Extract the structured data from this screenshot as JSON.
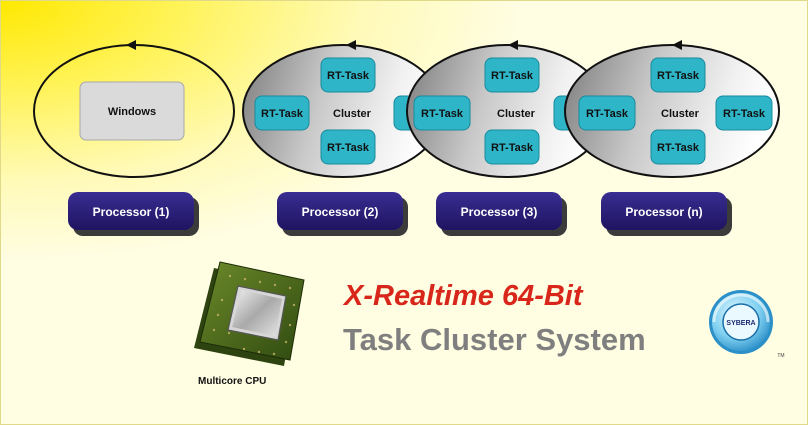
{
  "diagram": {
    "windows_label": "Windows",
    "rt_task_label": "RT-Task",
    "cluster_label": "Cluster",
    "processors": [
      "Processor (1)",
      "Processor (2)",
      "Processor (3)",
      "Processor (n)"
    ]
  },
  "title": {
    "line1": "X-Realtime 64-Bit",
    "line2": "Task Cluster System"
  },
  "cpu_caption": "Multicore CPU",
  "logo": {
    "text": "SYBERA",
    "tm": "TM"
  },
  "colors": {
    "processor": "#2b1f7a",
    "rt_task": "#2fb5c8",
    "title_red": "#d8261a",
    "title_gray": "#7f7f7f"
  }
}
